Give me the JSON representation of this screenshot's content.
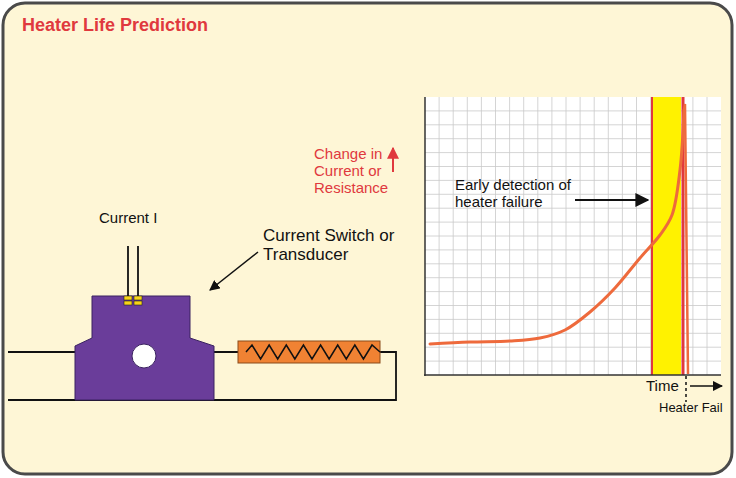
{
  "diagram": {
    "title": "Heater Life Prediction",
    "labels": [
      "Current I",
      "Current Switch or Transducer",
      "Change in Current or Resistance",
      "Early detection of heater failure",
      "Time",
      "Heater Fail"
    ]
  }
}
